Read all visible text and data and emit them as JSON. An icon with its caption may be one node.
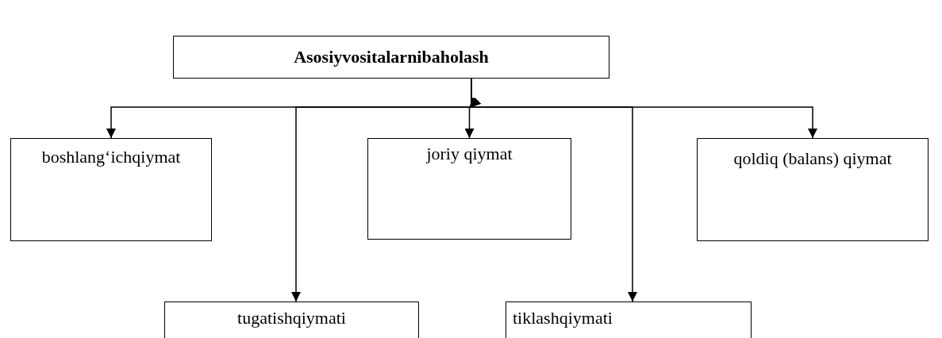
{
  "diagram": {
    "nodes": [
      {
        "text": [
          "Asosiyvositalarnibaholash"
        ]
      },
      {
        "text": [
          "boshlang‘ichqiymat"
        ]
      },
      {
        "text": [
          "joriy qiymat"
        ]
      },
      {
        "text": [
          "qoldiq (balans) qiymat"
        ]
      },
      {
        "text": [
          "tugatishqiymati"
        ]
      },
      {
        "text": [
          "tiklashqiymati"
        ]
      }
    ],
    "edges": [
      {
        "from": 0,
        "to": 1,
        "arrow": "to"
      },
      {
        "from": 0,
        "to": 2,
        "arrow": "to"
      },
      {
        "from": 0,
        "to": 3,
        "arrow": "to"
      },
      {
        "from": 0,
        "to": 4,
        "arrow": "to"
      },
      {
        "from": 0,
        "to": 5,
        "arrow": "to"
      }
    ]
  }
}
